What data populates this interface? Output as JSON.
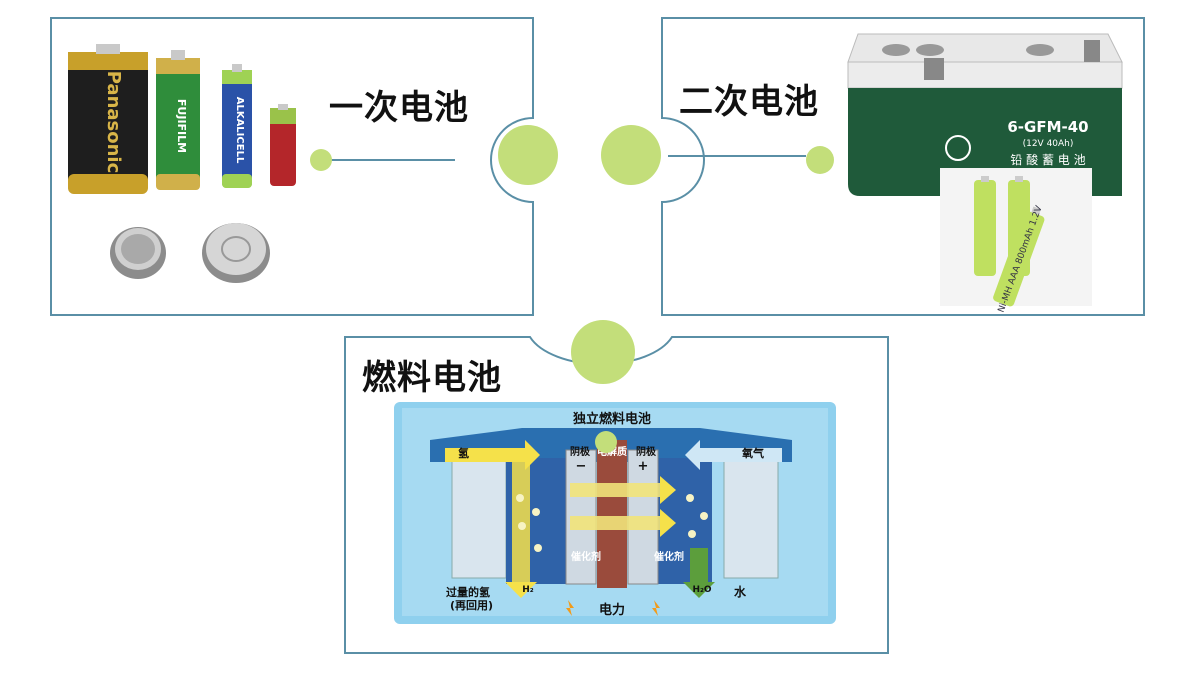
{
  "sections": {
    "primary": {
      "title": "一次电池"
    },
    "secondary": {
      "title": "二次电池"
    },
    "fuel": {
      "title": "燃料电池"
    }
  },
  "lead_acid_battery": {
    "model": "6-GFM-40",
    "spec": "(12V 40Ah)",
    "name": "铅 酸 蓄 电 池"
  },
  "nimh_battery": {
    "print": "Ni-MH AAA 800mAh 1.2V"
  },
  "aa_brands": [
    "Panasonic",
    "FUJIFILM",
    "ALKALICELL"
  ],
  "fuel_cell_diagram": {
    "title": "独立燃料电池",
    "hydrogen_in": "氢",
    "oxygen_in": "氧气",
    "anode": "阴极",
    "electrolyte": "电解质",
    "cathode": "阴极",
    "catalyst_left": "催化剂",
    "catalyst_right": "催化剂",
    "excess_hydrogen": "过量的氢",
    "recycled": "(再回用)",
    "water": "水",
    "power": "电力",
    "h2": "H₂",
    "h2o": "H₂O",
    "minus": "−",
    "plus": "+"
  },
  "colors": {
    "frame": "#5a8fa6",
    "accent_circle": "#c3de7a",
    "diagram_bg": "#8fd0ee"
  }
}
